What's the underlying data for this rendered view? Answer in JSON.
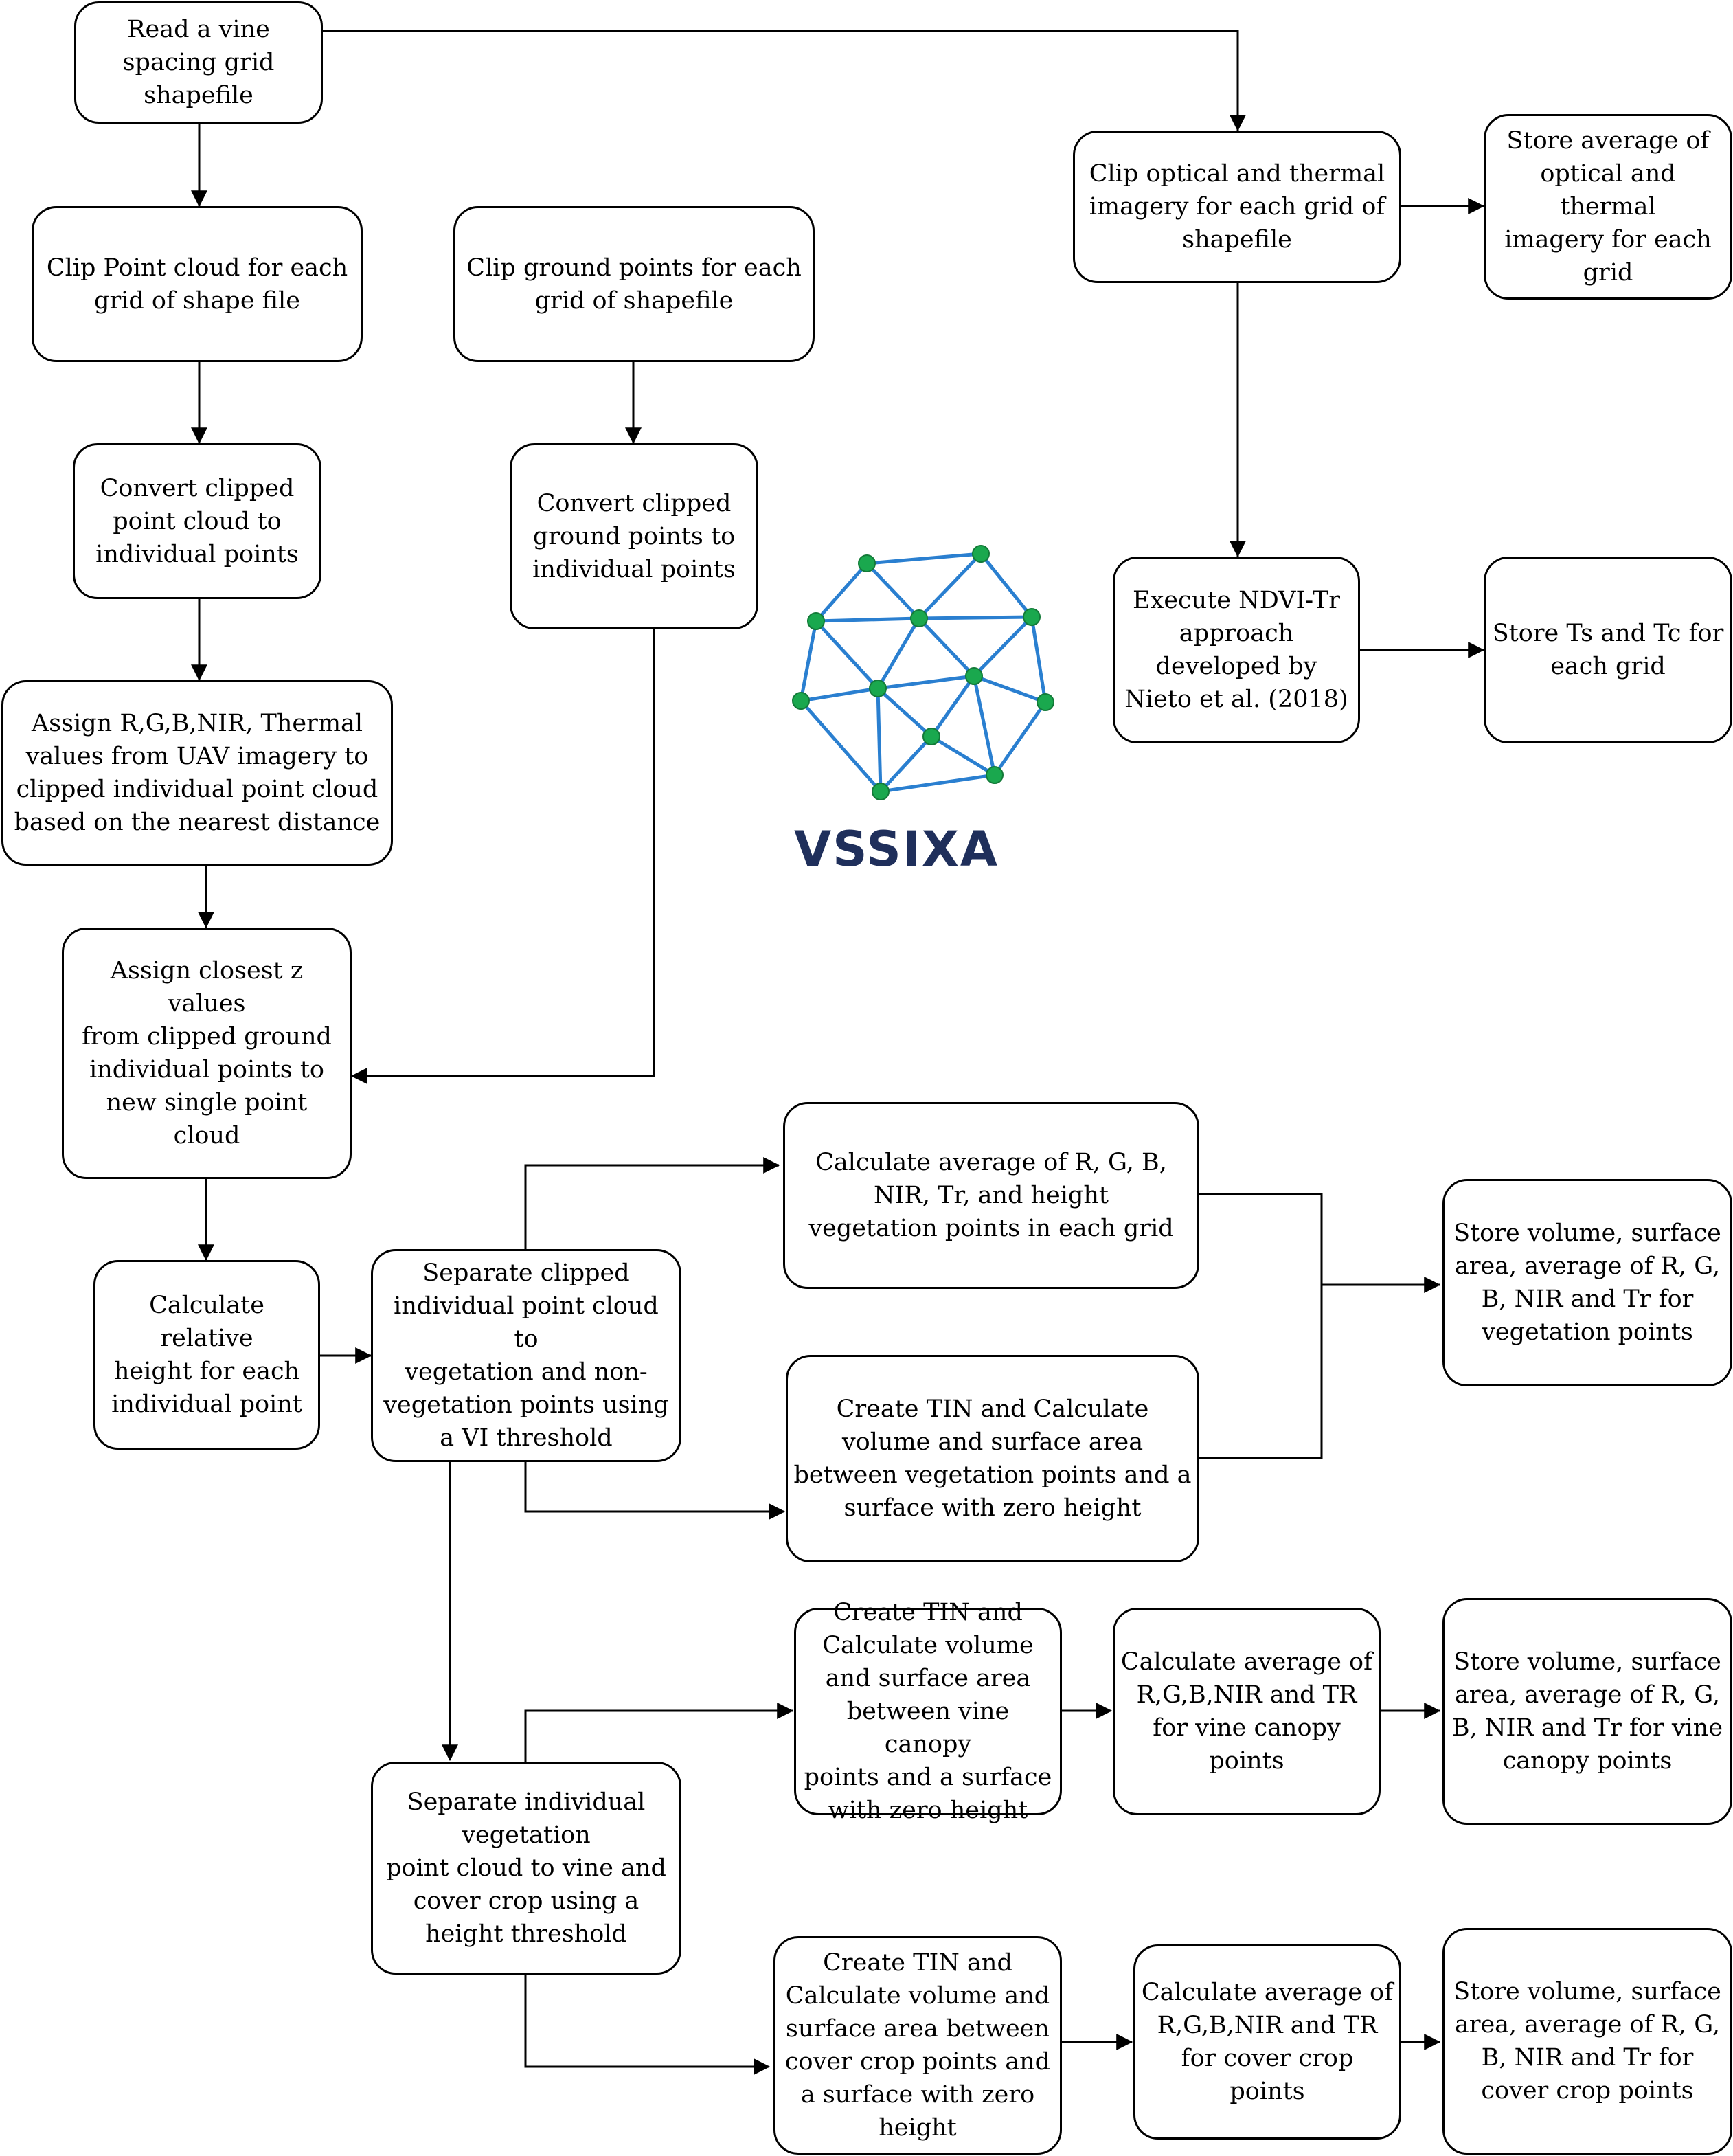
{
  "logo": {
    "text": "VSSIXA",
    "node_color": "#1aa84e",
    "line_color": "#2a7fd0",
    "text_color": "#1f2f5b"
  },
  "nodes": {
    "read_grid": "Read a vine\nspacing grid\nshapefile",
    "clip_point_cloud": "Clip Point cloud for each\ngrid of shape file",
    "clip_ground": "Clip ground points for each\ngrid of shapefile",
    "clip_optical": "Clip optical and thermal\nimagery for each grid of\nshapefile",
    "store_optical": "Store average of\noptical and thermal\nimagery for each\ngrid",
    "convert_cloud": "Convert clipped\npoint cloud to\nindividual points",
    "convert_ground": "Convert clipped\nground points to\nindividual points",
    "ndvi": "Execute NDVI-Tr\napproach\ndeveloped by\nNieto et al. (2018)",
    "store_ts_tc": "Store Ts and Tc for\neach grid",
    "assign_rgb": "Assign  R,G,B,NIR, Thermal\nvalues from UAV imagery to\nclipped individual point cloud\nbased on the nearest distance",
    "assign_z": "Assign closest z values\nfrom clipped ground\nindividual points to\nnew single point cloud",
    "calc_avg_veg": "Calculate average of  R, G, B,\nNIR, Tr, and height\nvegetation points in each grid",
    "store_veg": "Store volume, surface\narea, average of R, G,\nB, NIR and Tr for\nvegetation points",
    "calc_height": "Calculate relative\nheight for each\nindividual point",
    "separate_veg": "Separate clipped\nindividual point cloud to\nvegetation and non-\nvegetation points using\na VI threshold",
    "tin_veg": "Create TIN and Calculate\nvolume and surface area\nbetween  vegetation points and a\nsurface with zero height",
    "tin_vine": "Create TIN and\nCalculate volume\nand surface area\nbetween vine canopy\npoints and a surface\nwith zero height",
    "calc_vine": "Calculate average of\nR,G,B,NIR and TR\nfor vine canopy\npoints",
    "store_vine": "Store volume, surface\narea, average of R, G,\nB, NIR and Tr for vine\ncanopy points",
    "separate_vine": "Separate individual\nvegetation\npoint cloud to vine and\ncover crop using a\nheight threshold",
    "tin_cover": "Create TIN and\nCalculate volume and\nsurface area between\ncover crop points and\na surface with zero\nheight",
    "calc_cover": "Calculate average of\nR,G,B,NIR and TR\nfor cover crop points",
    "store_cover": "Store volume, surface\narea, average of R, G,\nB, NIR and Tr for\ncover crop points"
  }
}
